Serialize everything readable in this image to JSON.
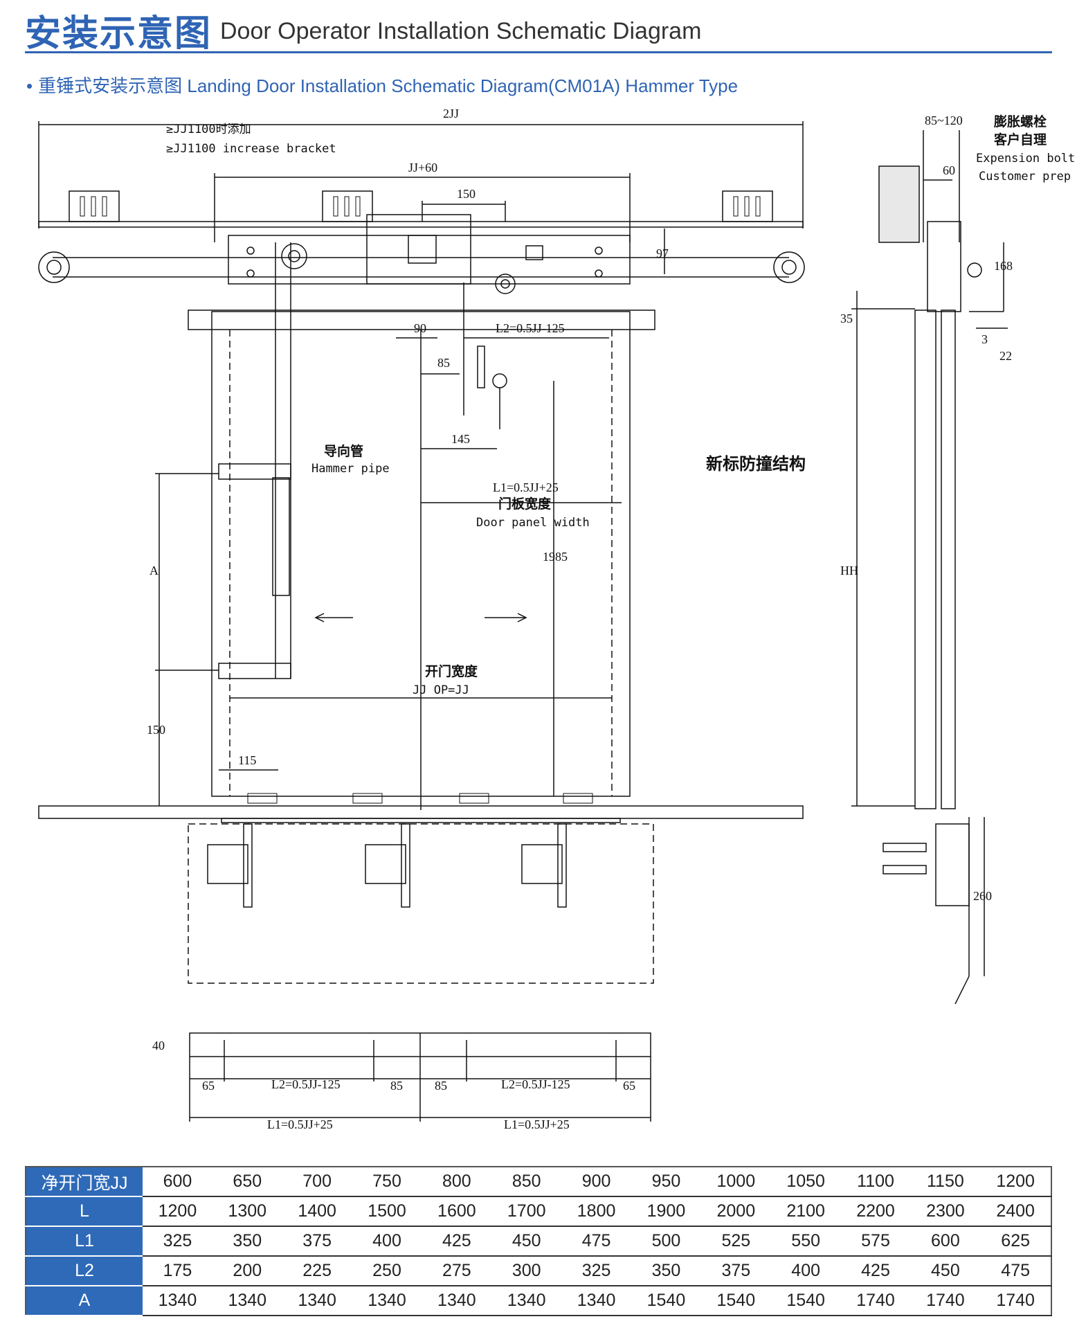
{
  "header": {
    "title_cn": "安装示意图",
    "title_en": "Door Operator Installation Schematic Diagram",
    "subtitle_cn": "重锤式安装示意图",
    "subtitle_en": "Landing Door Installation Schematic Diagram(CM01A) Hammer Type",
    "bullet": "•"
  },
  "drawing": {
    "dim_2jj": "2JJ",
    "note_jj1100_cn": "≥JJ1100时添加",
    "note_jj1100_en": "≥JJ1100 increase bracket",
    "dim_jj60": "JJ+60",
    "dim_150_top": "150",
    "dim_97": "97",
    "dim_90": "90",
    "dim_l2": "L2=0.5JJ-125",
    "dim_85": "85",
    "dim_145": "145",
    "guide_cn": "导向管",
    "guide_en": "Hammer pipe",
    "dim_l1": "L1=0.5JJ+25",
    "panel_cn": "门板宽度",
    "panel_en": "Door panel width",
    "dim_1985": "1985",
    "dim_a": "A",
    "open_cn": "开门宽度",
    "open_en": "JJ OP=JJ",
    "dim_150_side": "150",
    "dim_115": "115",
    "anti_collision_cn": "新标防撞结构",
    "dim_85_120": "85~120",
    "dim_60": "60",
    "bolt_cn": "膨胀螺栓",
    "customer_cn": "客户自理",
    "bolt_en": "Expension bolt",
    "customer_en": "Customer prep",
    "dim_168": "168",
    "dim_35": "35",
    "dim_3": "3",
    "dim_22": "22",
    "dim_hh": "HH",
    "dim_260": "260",
    "dim_40": "40",
    "bottom_65_left": "65",
    "bottom_l2_left": "L2=0.5JJ-125",
    "bottom_85_left": "85",
    "bottom_85_right": "85",
    "bottom_l2_right": "L2=0.5JJ-125",
    "bottom_65_right": "65",
    "bottom_l1_left": "L1=0.5JJ+25",
    "bottom_l1_right": "L1=0.5JJ+25"
  },
  "table": {
    "rows": [
      {
        "label": "净开门宽JJ",
        "values": [
          "600",
          "650",
          "700",
          "750",
          "800",
          "850",
          "900",
          "950",
          "1000",
          "1050",
          "1100",
          "1150",
          "1200"
        ]
      },
      {
        "label": "L",
        "values": [
          "1200",
          "1300",
          "1400",
          "1500",
          "1600",
          "1700",
          "1800",
          "1900",
          "2000",
          "2100",
          "2200",
          "2300",
          "2400"
        ]
      },
      {
        "label": "L1",
        "values": [
          "325",
          "350",
          "375",
          "400",
          "425",
          "450",
          "475",
          "500",
          "525",
          "550",
          "575",
          "600",
          "625"
        ]
      },
      {
        "label": "L2",
        "values": [
          "175",
          "200",
          "225",
          "250",
          "275",
          "300",
          "325",
          "350",
          "375",
          "400",
          "425",
          "450",
          "475"
        ]
      },
      {
        "label": "A",
        "values": [
          "1340",
          "1340",
          "1340",
          "1340",
          "1340",
          "1340",
          "1340",
          "1540",
          "1540",
          "1540",
          "1740",
          "1740",
          "1740"
        ]
      }
    ]
  },
  "colors": {
    "accent": "#2f64b4",
    "table_header": "#2e6ab8"
  }
}
